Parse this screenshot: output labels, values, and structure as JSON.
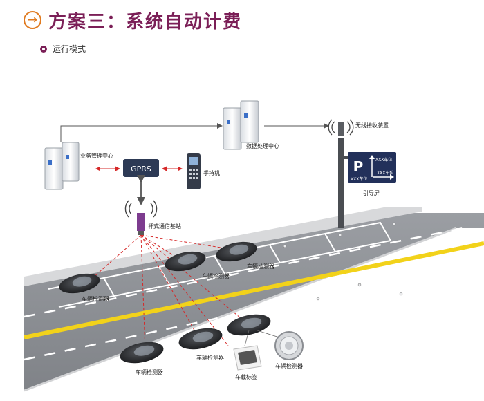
{
  "title": "方案三：系统自动计费",
  "subtitle": "运行模式",
  "nodes": {
    "business_center": "业务管理中心",
    "gprs": "GPRS",
    "handheld": "手持机",
    "data_center": "数据处理中心",
    "receiver": "无线接收装置",
    "base_station": "杆式通信基站",
    "guide_screen": "引导屏"
  },
  "sign": {
    "letter": "P",
    "left_text": "XXX车位",
    "right_text": "XXX车位",
    "top_text": "XXX车位"
  },
  "detectors": [
    "车辆检测器",
    "车辆检测器",
    "车辆检测器",
    "车辆检测器",
    "车辆检测器"
  ],
  "tag_label": "车载标签",
  "detector_closeup_label": "车辆检测器",
  "colors": {
    "title": "#7b1f57",
    "accent": "#e07a1f",
    "road": "#8c8f94",
    "lane_yellow": "#f2d21a",
    "signal_red": "#d62828",
    "gprs_box": "#2d3a55",
    "sign_blue": "#22305a"
  }
}
